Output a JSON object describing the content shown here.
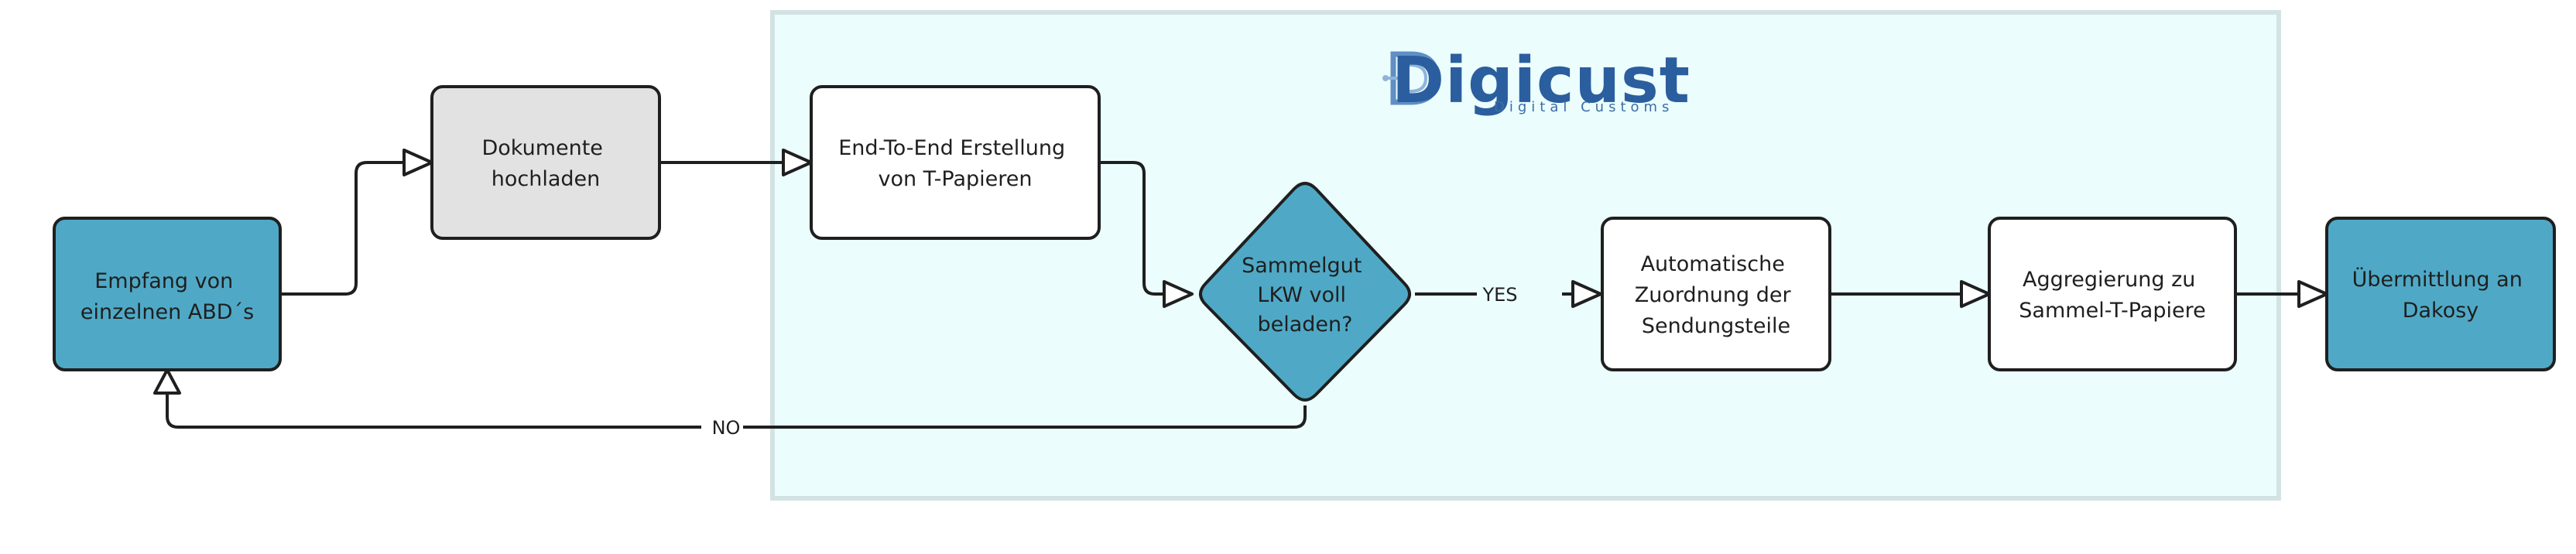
{
  "colors": {
    "accent": "#4fa9c6",
    "grey_node": "#e2e2e2",
    "white_node": "#ffffff",
    "container_fill": "#ebfdfd",
    "container_border": "#d3e3e3",
    "stroke": "#1f1f1f",
    "logo": "#2b5e9e"
  },
  "logo": {
    "name": "Digicust",
    "tagline": "Digital Customs",
    "icon": "circuit-letter-d-icon"
  },
  "nodes": {
    "empfang": {
      "lines": [
        "Empfang von",
        "einzelnen ABD´s"
      ]
    },
    "dokumente": {
      "lines": [
        "Dokumente",
        "hochladen"
      ]
    },
    "erstellung": {
      "lines": [
        "End-To-End Erstellung",
        "von T-Papieren"
      ]
    },
    "sammelgut": {
      "lines": [
        "Sammelgut",
        "LKW voll",
        "beladen?"
      ]
    },
    "zuordnung": {
      "lines": [
        "Automatische",
        "Zuordnung der",
        "Sendungsteile"
      ]
    },
    "aggregierung": {
      "lines": [
        "Aggregierung zu",
        "Sammel-T-Papiere"
      ]
    },
    "uebermittlung": {
      "lines": [
        "Übermittlung an",
        "Dakosy"
      ]
    }
  },
  "edge_labels": {
    "yes": "YES",
    "no": "NO"
  }
}
